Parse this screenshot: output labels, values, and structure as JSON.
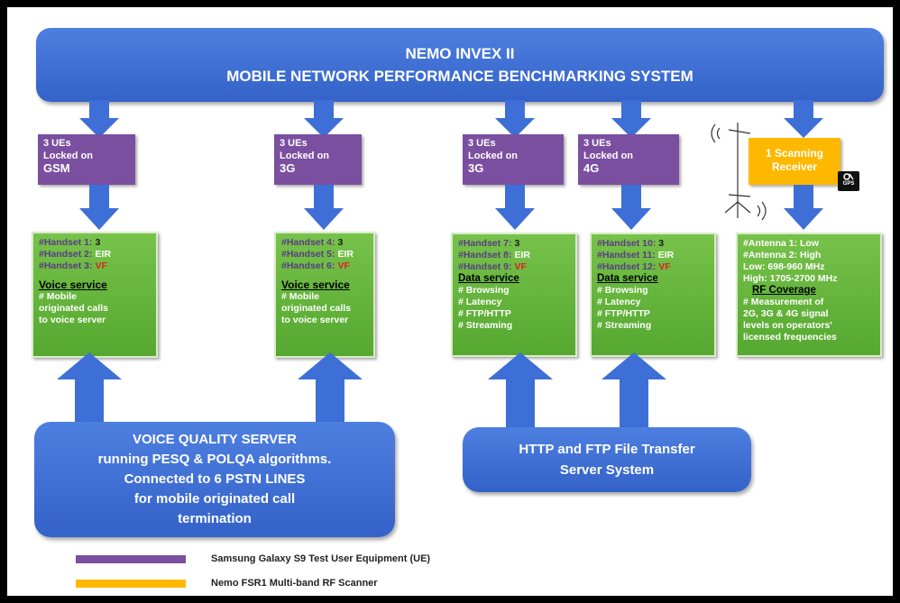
{
  "header": {
    "title": "NEMO INVEX II",
    "subtitle": "MOBILE NETWORK PERFORMANCE BENCHMARKING SYSTEM"
  },
  "ue_boxes": [
    {
      "line1": "3 UEs",
      "line2": "Locked on",
      "tech": "GSM"
    },
    {
      "line1": "3 UEs",
      "line2": "Locked on",
      "tech": "3G"
    },
    {
      "line1": "3 UEs",
      "line2": "Locked on",
      "tech": "3G"
    },
    {
      "line1": "3 UEs",
      "line2": "Locked on",
      "tech": "4G"
    }
  ],
  "scanner": {
    "line1": "1 Scanning",
    "line2": "Receiver",
    "gps_label": "GPS"
  },
  "handset_boxes": [
    {
      "handsets": [
        {
          "label": "#Handset 1:",
          "op": "3"
        },
        {
          "label": "#Handset 2:",
          "op": "EIR"
        },
        {
          "label": "#Handset 3:",
          "op": "VF"
        }
      ],
      "service": "Voice service",
      "items": [
        "# Mobile",
        "originated calls",
        "to voice server"
      ]
    },
    {
      "handsets": [
        {
          "label": "#Handset 4:",
          "op": "3"
        },
        {
          "label": "#Handset 5:",
          "op": "EIR"
        },
        {
          "label": "#Handset 6:",
          "op": "VF"
        }
      ],
      "service": "Voice service",
      "items": [
        "# Mobile",
        "originated calls",
        "to voice server"
      ]
    },
    {
      "handsets": [
        {
          "label": "#Handset 7:",
          "op": "3"
        },
        {
          "label": "#Handset 8:",
          "op": "EIR"
        },
        {
          "label": "#Handset 9:",
          "op": "VF"
        }
      ],
      "service": "Data service",
      "items": [
        "# Browsing",
        "# Latency",
        "# FTP/HTTP",
        "# Streaming"
      ]
    },
    {
      "handsets": [
        {
          "label": "#Handset 10:",
          "op": "3"
        },
        {
          "label": "#Handset 11:",
          "op": "EIR"
        },
        {
          "label": "#Handset 12:",
          "op": "VF"
        }
      ],
      "service": "Data service",
      "items": [
        "# Browsing",
        "# Latency",
        "# FTP/HTTP",
        "# Streaming"
      ]
    }
  ],
  "antenna_box": {
    "lines": [
      "#Antenna 1:  Low",
      "#Antenna 2:  High",
      "Low: 698-960 MHz",
      "High: 1705-2700 MHz"
    ],
    "service": "RF Coverage",
    "items": [
      "# Measurement of",
      "2G, 3G & 4G signal",
      "levels on operators'",
      "licensed frequencies"
    ]
  },
  "voice_server": {
    "lines": [
      "VOICE QUALITY SERVER",
      "running PESQ & POLQA algorithms.",
      "Connected to 6 PSTN LINES",
      "for mobile originated call",
      "termination"
    ]
  },
  "ftp_server": {
    "lines": [
      "HTTP and FTP File Transfer",
      "Server System"
    ]
  },
  "legend": [
    {
      "label": "Samsung Galaxy S9 Test User Equipment (UE)",
      "color": "#7b4fa0"
    },
    {
      "label": "Nemo FSR1 Multi-band RF Scanner",
      "color": "#ffb800"
    }
  ],
  "colors": {
    "header": "#3d6fd6",
    "ue": "#7b4fa0",
    "scanner": "#ffb800",
    "handset_box": "#66b43c",
    "arrow": "#3d6fd6",
    "vf": "#e02020"
  }
}
